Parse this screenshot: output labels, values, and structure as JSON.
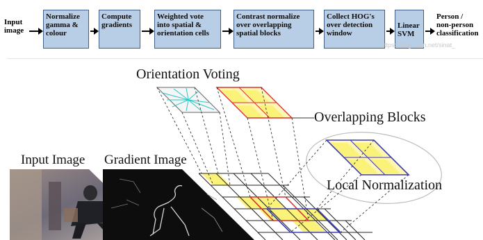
{
  "pipeline": {
    "input_label": "Input\nimage",
    "stages": [
      "Normalize\ngamma &\ncolour",
      "Compute\ngradients",
      "Weighted vote\ninto spatial &\norientation cells",
      "Contrast normalize\nover overlapping\nspatial blocks",
      "Collect HOG's\nover detection\nwindow",
      "Linear\nSVM"
    ],
    "output_label": "Person /\nnon-person\nclassification",
    "watermark": "https://blog.csdn.net/sinat_"
  },
  "illustration": {
    "orientation_voting": "Orientation Voting",
    "overlapping_blocks": "Overlapping Blocks",
    "input_image": "Input Image",
    "gradient_image": "Gradient Image",
    "local_normalization": "Local Normalization"
  },
  "colors": {
    "stage_fill": "#b8cde6",
    "stage_border": "#3f5f86",
    "cell_yellow": "#fbf27a",
    "block_red": "#d9302b",
    "block_blue": "#3b3bb8",
    "vote_cyan": "#2cc7c2"
  }
}
